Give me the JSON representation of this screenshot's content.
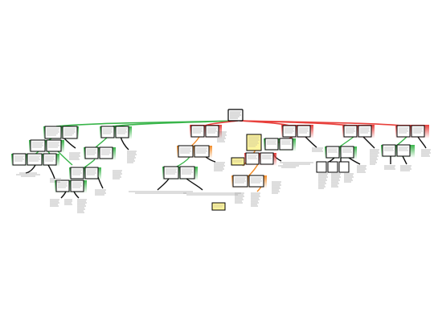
{
  "diagram": {
    "type": "argument-map",
    "legend_colors": {
      "supporting": "#39b54a",
      "opposing": "#e8403c",
      "rebuttal": "#f28c28",
      "note": "#fff59d",
      "text": "#000000",
      "box_border": "#000000"
    },
    "nodes": [
      {
        "id": "root",
        "kind": "claim",
        "text": ""
      },
      {
        "id": "s1",
        "kind": "support",
        "text": ""
      },
      {
        "id": "s1b",
        "kind": "support",
        "text": ""
      },
      {
        "id": "s2",
        "kind": "support",
        "text": ""
      },
      {
        "id": "s2b",
        "kind": "support",
        "text": ""
      },
      {
        "id": "o1",
        "kind": "objection",
        "text": ""
      },
      {
        "id": "o1b",
        "kind": "objection",
        "text": ""
      },
      {
        "id": "o2",
        "kind": "objection",
        "text": ""
      },
      {
        "id": "o2b",
        "kind": "objection",
        "text": ""
      },
      {
        "id": "o3",
        "kind": "objection",
        "text": ""
      },
      {
        "id": "o3b",
        "kind": "objection",
        "text": ""
      },
      {
        "id": "o4",
        "kind": "objection",
        "text": ""
      },
      {
        "id": "o4b",
        "kind": "objection",
        "text": ""
      },
      {
        "id": "n1",
        "kind": "note",
        "text": ""
      },
      {
        "id": "n2",
        "kind": "note",
        "text": ""
      },
      {
        "id": "n3",
        "kind": "note",
        "text": ""
      }
    ]
  }
}
